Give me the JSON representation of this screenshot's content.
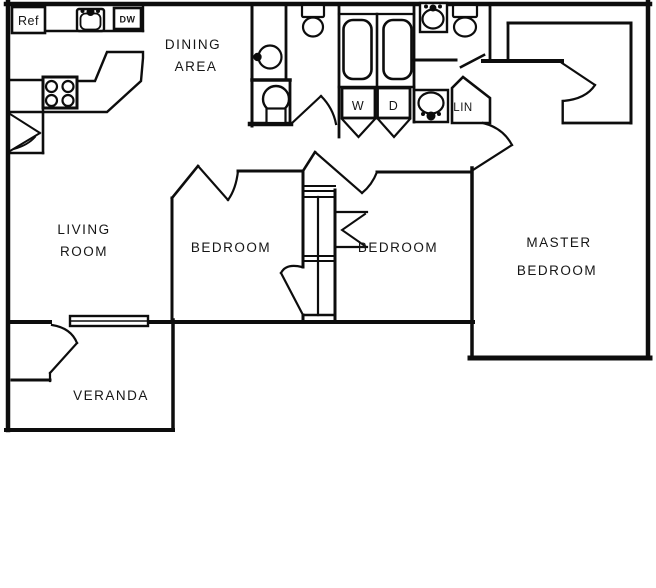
{
  "floor_plan": {
    "colors": {
      "background": "#ffffff",
      "line": "#0d0d0d",
      "text": "#161616"
    },
    "rooms": {
      "dining_area": {
        "line1": "DINING",
        "line2": "AREA"
      },
      "living_room": {
        "line1": "LIVING",
        "line2": "ROOM"
      },
      "bedroom_left": {
        "label": "BEDROOM"
      },
      "bedroom_right": {
        "label": "BEDROOM"
      },
      "master_bedroom": {
        "line1": "MASTER",
        "line2": "BEDROOM"
      },
      "veranda": {
        "label": "VERANDA"
      }
    },
    "appliances": {
      "refrigerator": {
        "label": "Ref"
      },
      "dishwasher": {
        "label": "DW"
      },
      "washer": {
        "label": "W"
      },
      "dryer": {
        "label": "D"
      },
      "linen_closet": {
        "label": "LIN"
      }
    }
  }
}
